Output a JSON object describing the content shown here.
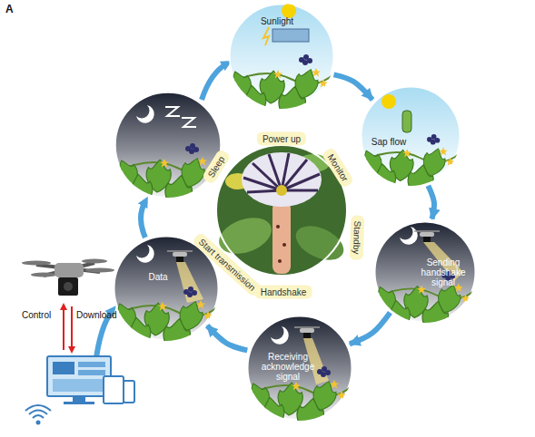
{
  "diagram": {
    "nodes": [
      {
        "text": [
          "Sunlight"
        ]
      },
      {
        "text": [
          "Sap flow"
        ]
      },
      {
        "text": [
          "Sending handshake signal"
        ]
      },
      {
        "text": [
          "Receiving acknowledge signal"
        ]
      },
      {
        "text": [
          "Data"
        ]
      },
      {
        "text": [
          "Power up"
        ]
      },
      {
        "text": [
          "Monitor"
        ]
      },
      {
        "text": [
          "Standby"
        ]
      },
      {
        "text": [
          "Handshake"
        ]
      },
      {
        "text": [
          "Start transmission"
        ]
      },
      {
        "text": [
          "Sleep"
        ]
      }
    ],
    "edges": [
      {
        "from": 0,
        "to": 1,
        "arrow": "to"
      },
      {
        "from": 1,
        "to": 2,
        "arrow": "to"
      },
      {
        "from": 2,
        "to": 3,
        "arrow": "to"
      },
      {
        "from": 3,
        "to": 4,
        "arrow": "to"
      }
    ],
    "labels": [
      "A",
      "Control",
      "Download"
    ]
  }
}
